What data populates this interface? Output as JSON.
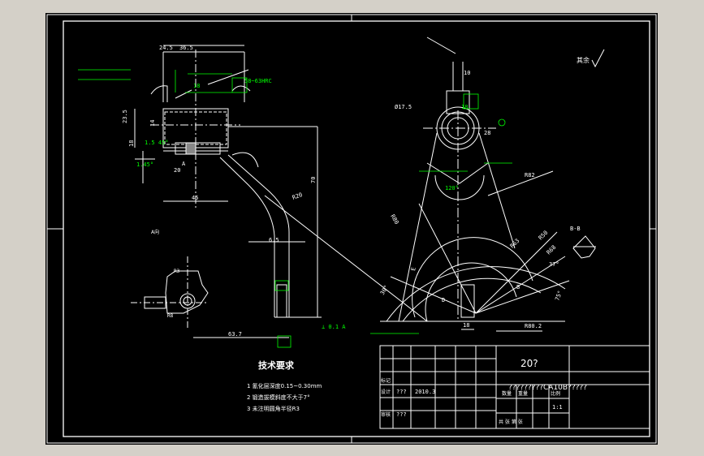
{
  "drawing": {
    "roughness_label": "其余",
    "section_b_label": "B-B",
    "view_a_label": "A向",
    "tech_requirements_title": "技术要求",
    "tech_requirements": [
      "1  氰化层深度0.15~0.30mm",
      "2  锻造拔模斜度不大于7°",
      "3  未注明圆角半径R3"
    ],
    "dims_left": {
      "d24_5": "24.5",
      "d36_5": "36.5",
      "d18": "18",
      "d23_5": "23.5",
      "d14": "14",
      "d18b": "18",
      "d20": "20",
      "d45": "45",
      "d70": "70",
      "r20": "R20",
      "d6_5": "6.5",
      "d63_7": "63.7",
      "r3": "R3",
      "r8": "R8",
      "chamfer": "1.5\n45°",
      "hardness": "58~63HRC",
      "angle": "1.45°",
      "datum_a": "A",
      "gdt": "⊥ 0.1 A"
    },
    "dims_right": {
      "d10": "10",
      "d18": "18",
      "d28": "28",
      "d17_5": "Ø17.5",
      "r80": "R80",
      "r82": "R82",
      "r50": "R50",
      "r68": "R68",
      "r63": "R63",
      "d18b": "18",
      "r80_2": "R80.2",
      "d30": "30°",
      "d75": "75°",
      "d120": "120°",
      "d37": "37°",
      "label_b": "B",
      "label_d": "D",
      "label_e": "E"
    },
    "title_block": {
      "part_name": "20?",
      "drawing_title": "?????????CA10B?????",
      "scale": "1:1",
      "date": "2010.3",
      "designer_label": "设计",
      "designer": "???",
      "checker_label": "审核",
      "checker": "???",
      "label_mark": "标记",
      "label_qty": "数量",
      "label_weight": "重量",
      "label_scale": "比例",
      "label_sheet": "共  张  第  张"
    }
  }
}
